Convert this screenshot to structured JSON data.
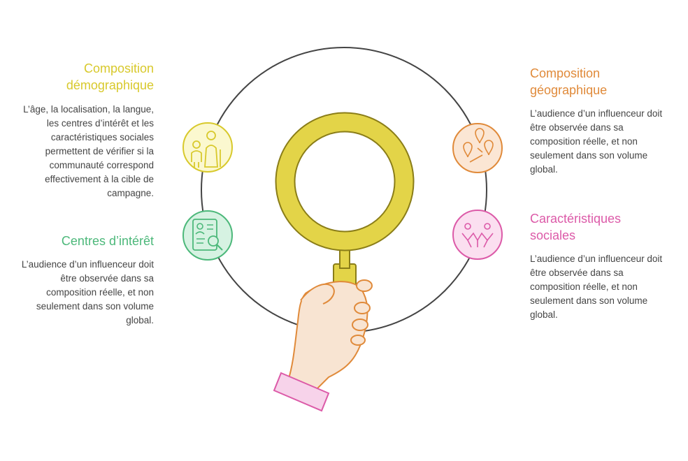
{
  "colors": {
    "yellow": "#d8c92c",
    "green": "#4cb87a",
    "orange": "#e08a3a",
    "pink": "#dc5aa8",
    "ring": "#444444",
    "lens": "#e3d448",
    "hand": "#f8e4d2",
    "cuff": "#f7d3ea"
  },
  "sections": {
    "demo": {
      "title": "Composition démographique",
      "desc": "L’âge, la localisation, la langue, les centres d’intérêt et les caractéristiques sociales permettent de vérifier si la communauté correspond effectivement à la cible de campagne.",
      "icon": "family-icon"
    },
    "interets": {
      "title": "Centres d’intérêt",
      "desc": "L’audience d’un influenceur doit être observée dans sa composition réelle, et non seulement dans son volume global.",
      "icon": "profile-search-icon"
    },
    "geo": {
      "title": "Composition géographique",
      "desc": "L’audience d’un influenceur doit être observée dans sa composition réelle, et non seulement dans son volume global.",
      "icon": "map-pins-icon"
    },
    "social": {
      "title": "Caractéristiques sociales",
      "desc": "L’audience d’un influenceur doit être observée dans sa composition réelle, et non seulement dans son volume global.",
      "icon": "people-network-icon"
    }
  }
}
